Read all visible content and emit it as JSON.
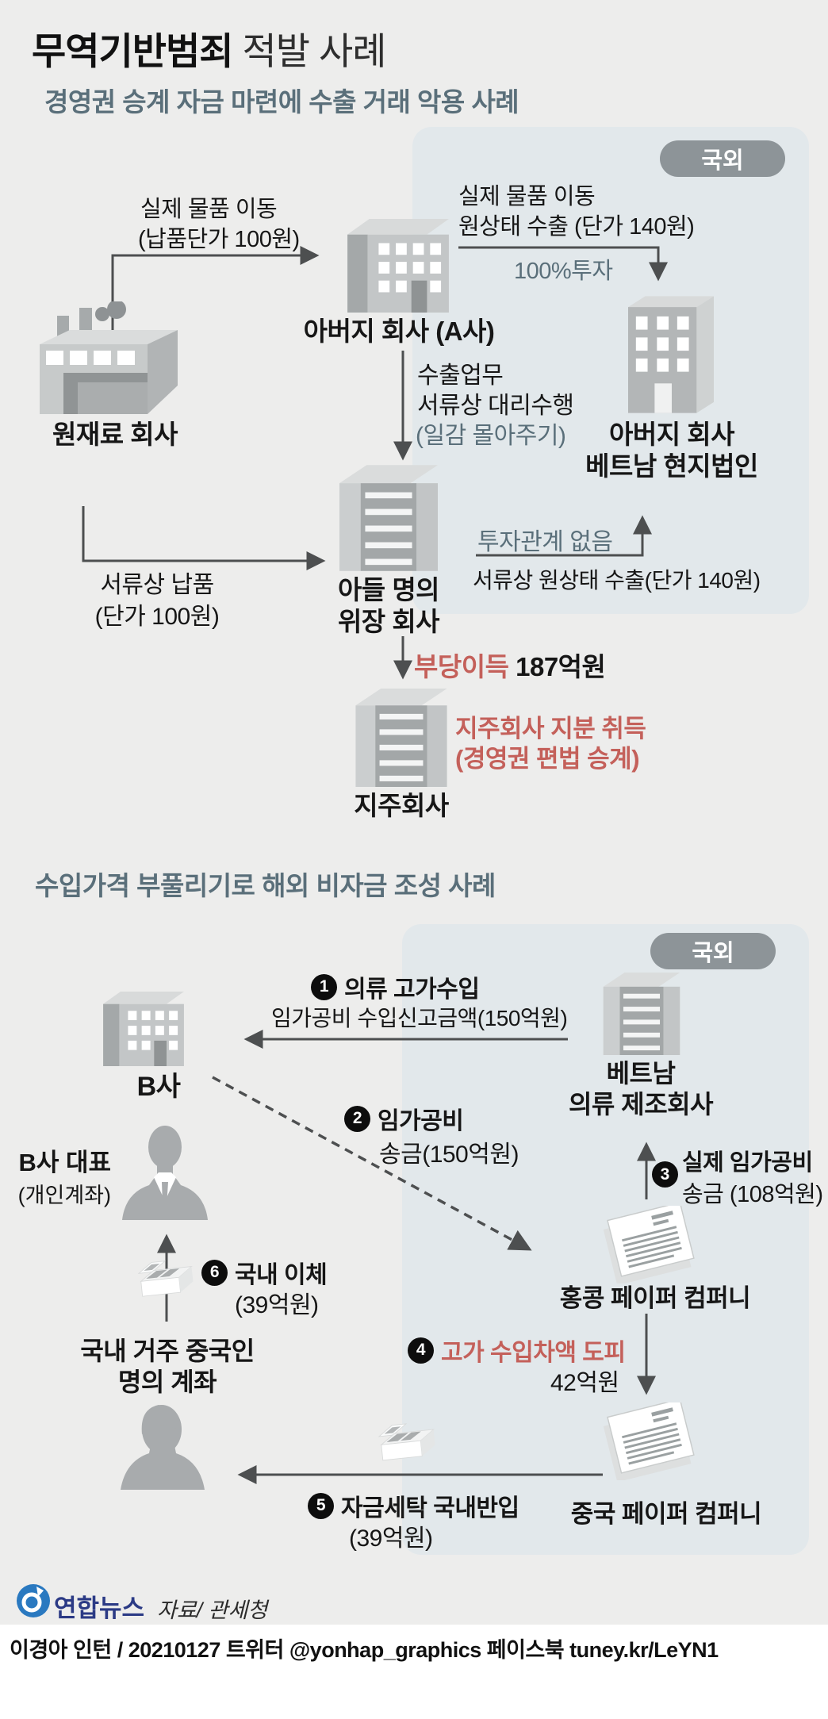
{
  "header": {
    "title_bold": "무역기반범죄",
    "title_rest": " 적발 사례"
  },
  "section1": {
    "subtitle": "경영권 승계 자금 마련에 수출 거래 악용 사례",
    "overseas_badge": "국외",
    "nodes": {
      "raw_material": "원재료 회사",
      "father": "아버지 회사 (A사)",
      "vietnam_line1": "아버지 회사",
      "vietnam_line2": "베트남 현지법인",
      "son_line1": "아들 명의",
      "son_line2": "위장 회사",
      "holding": "지주회사"
    },
    "flows": {
      "real_goods_line1": "실제 물품 이동",
      "real_goods_line2": "(납품단가 100원)",
      "export_line1": "실제 물품 이동",
      "export_line2": "원상태 수출 (단가 140원)",
      "invest": "100%투자",
      "agency_line1": "수출업무",
      "agency_line2": "서류상 대리수행",
      "agency_line3": "(일감 몰아주기)",
      "paper_delivery_line1": "서류상 납품",
      "paper_delivery_line2": "(단가 100원)",
      "no_invest": "투자관계 없음",
      "paper_export": "서류상 원상태 수출(단가 140원)",
      "illegal_gain_red": "부당이득",
      "illegal_gain_amount": " 187억원",
      "stake_line1": "지주회사 지분 취득",
      "stake_line2": "(경영권 편법 승계)"
    }
  },
  "section2": {
    "subtitle": "수입가격 부풀리기로 해외 비자금 조성 사례",
    "overseas_badge": "국외",
    "nodes": {
      "company_b": "B사",
      "ceo_line1": "B사 대표",
      "ceo_line2": "(개인계좌)",
      "vietnam_line1": "베트남",
      "vietnam_line2": "의류 제조회사",
      "hk_paper": "홍콩 페이퍼 컴퍼니",
      "cn_paper": "중국 페이퍼 컴퍼니",
      "account_line1": "국내 거주 중국인",
      "account_line2": "명의 계좌"
    },
    "steps": {
      "s1": {
        "num": "1",
        "label": "의류 고가수입",
        "sub": "임가공비 수입신고금액(150억원)"
      },
      "s2": {
        "num": "2",
        "label": "임가공비",
        "sub": "송금(150억원)"
      },
      "s3": {
        "num": "3",
        "label": "실제 임가공비",
        "sub": "송금 (108억원)"
      },
      "s4": {
        "num": "4",
        "label": "고가 수입차액 도피",
        "sub": "42억원"
      },
      "s5": {
        "num": "5",
        "label": "자금세탁 국내반입",
        "sub": "(39억원)"
      },
      "s6": {
        "num": "6",
        "label": "국내 이체",
        "sub": "(39억원)"
      }
    }
  },
  "footer": {
    "logo_text": "연합뉴스",
    "source": "자료/ 관세청",
    "credit": "이경아 인턴 / 20210127   트위터 @yonhap_graphics  페이스북 tuney.kr/LeYN1"
  }
}
